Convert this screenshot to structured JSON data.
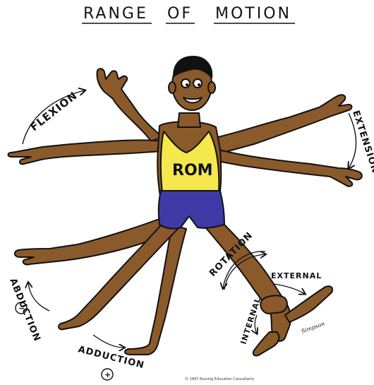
{
  "title": {
    "words": [
      "RANGE",
      "OF",
      "MOTION"
    ]
  },
  "shirt_text": "ROM",
  "labels": {
    "flexion": "FLEXION",
    "extension": "EXTENSION",
    "rotation": "ROTATION",
    "external": "EXTERNAL",
    "internal": "INTERNAL",
    "abduction": "ABDUCTION",
    "abduction_sign": "−",
    "adduction": "ADDUCTION",
    "adduction_sign": "+"
  },
  "signature": "Simpson",
  "copyright": "© 1997 Nursing Education Consultants",
  "colors": {
    "skin": "#8b5a2b",
    "skin_dark": "#6e4420",
    "shirt": "#f4e84c",
    "shorts": "#3f3aa6",
    "outline": "#111111",
    "background": "#ffffff"
  }
}
